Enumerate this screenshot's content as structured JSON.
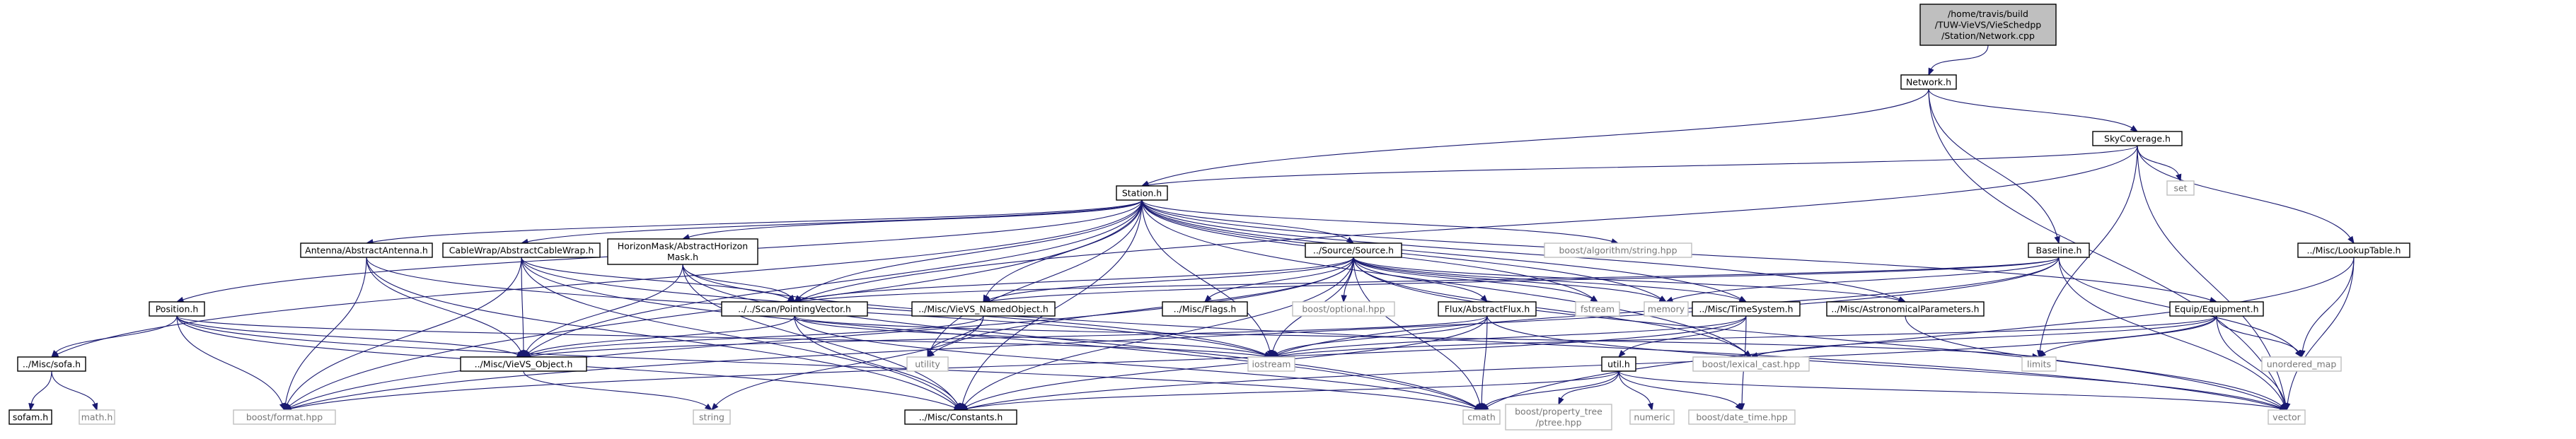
{
  "diagram": {
    "nodes": [
      {
        "id": "root",
        "lines": [
          "/home/travis/build",
          "/TUW-VieVS/VieSchedpp",
          "/Station/Network.cpp"
        ],
        "kind": "root"
      },
      {
        "id": "network",
        "lines": [
          "Network.h"
        ],
        "kind": "local"
      },
      {
        "id": "skycoverage",
        "lines": [
          "SkyCoverage.h"
        ],
        "kind": "local"
      },
      {
        "id": "set",
        "lines": [
          "set"
        ],
        "kind": "external"
      },
      {
        "id": "station",
        "lines": [
          "Station.h"
        ],
        "kind": "local"
      },
      {
        "id": "baseline",
        "lines": [
          "Baseline.h"
        ],
        "kind": "local"
      },
      {
        "id": "lookuptable",
        "lines": [
          "../Misc/LookupTable.h"
        ],
        "kind": "local"
      },
      {
        "id": "boostalgo",
        "lines": [
          "boost/algorithm/string.hpp"
        ],
        "kind": "external"
      },
      {
        "id": "antenna",
        "lines": [
          "Antenna/AbstractAntenna.h"
        ],
        "kind": "local"
      },
      {
        "id": "cablewrap",
        "lines": [
          "CableWrap/AbstractCableWrap.h"
        ],
        "kind": "local"
      },
      {
        "id": "horizonmask",
        "lines": [
          "HorizonMask/AbstractHorizon",
          "Mask.h"
        ],
        "kind": "local"
      },
      {
        "id": "source",
        "lines": [
          "../Source/Source.h"
        ],
        "kind": "local"
      },
      {
        "id": "position",
        "lines": [
          "Position.h"
        ],
        "kind": "local"
      },
      {
        "id": "pointingvector",
        "lines": [
          "../../Scan/PointingVector.h"
        ],
        "kind": "local"
      },
      {
        "id": "namedobject",
        "lines": [
          "../Misc/VieVS_NamedObject.h"
        ],
        "kind": "local"
      },
      {
        "id": "flags",
        "lines": [
          "../Misc/Flags.h"
        ],
        "kind": "local"
      },
      {
        "id": "boostoptional",
        "lines": [
          "boost/optional.hpp"
        ],
        "kind": "external"
      },
      {
        "id": "flux",
        "lines": [
          "Flux/AbstractFlux.h"
        ],
        "kind": "local"
      },
      {
        "id": "fstream",
        "lines": [
          "fstream"
        ],
        "kind": "external"
      },
      {
        "id": "memory",
        "lines": [
          "memory"
        ],
        "kind": "external"
      },
      {
        "id": "timesystem",
        "lines": [
          "../Misc/TimeSystem.h"
        ],
        "kind": "local"
      },
      {
        "id": "astro",
        "lines": [
          "../Misc/AstronomicalParameters.h"
        ],
        "kind": "local"
      },
      {
        "id": "equipment",
        "lines": [
          "Equip/Equipment.h"
        ],
        "kind": "local"
      },
      {
        "id": "sofa",
        "lines": [
          "../Misc/sofa.h"
        ],
        "kind": "local"
      },
      {
        "id": "vievsobject",
        "lines": [
          "../Misc/VieVS_Object.h"
        ],
        "kind": "local"
      },
      {
        "id": "utility",
        "lines": [
          "utility"
        ],
        "kind": "external"
      },
      {
        "id": "iostream",
        "lines": [
          "iostream"
        ],
        "kind": "external"
      },
      {
        "id": "lexicalcast",
        "lines": [
          "boost/lexical_cast.hpp"
        ],
        "kind": "external"
      },
      {
        "id": "limits",
        "lines": [
          "limits"
        ],
        "kind": "external"
      },
      {
        "id": "unorderedmap",
        "lines": [
          "unordered_map"
        ],
        "kind": "external"
      },
      {
        "id": "util",
        "lines": [
          "util.h"
        ],
        "kind": "local"
      },
      {
        "id": "sofam",
        "lines": [
          "sofam.h"
        ],
        "kind": "local"
      },
      {
        "id": "math",
        "lines": [
          "math.h"
        ],
        "kind": "external"
      },
      {
        "id": "boostformat",
        "lines": [
          "boost/format.hpp"
        ],
        "kind": "external"
      },
      {
        "id": "string",
        "lines": [
          "string"
        ],
        "kind": "external"
      },
      {
        "id": "constants",
        "lines": [
          "../Misc/Constants.h"
        ],
        "kind": "local"
      },
      {
        "id": "cmath",
        "lines": [
          "cmath"
        ],
        "kind": "external"
      },
      {
        "id": "ptree",
        "lines": [
          "boost/property_tree",
          "/ptree.hpp"
        ],
        "kind": "external"
      },
      {
        "id": "numeric",
        "lines": [
          "numeric"
        ],
        "kind": "external"
      },
      {
        "id": "datetime",
        "lines": [
          "boost/date_time.hpp"
        ],
        "kind": "external"
      },
      {
        "id": "vector",
        "lines": [
          "vector"
        ],
        "kind": "external"
      }
    ],
    "edges": [
      [
        "root",
        "network"
      ],
      [
        "network",
        "skycoverage"
      ],
      [
        "network",
        "station"
      ],
      [
        "network",
        "baseline"
      ],
      [
        "network",
        "vector"
      ],
      [
        "skycoverage",
        "station"
      ],
      [
        "skycoverage",
        "set"
      ],
      [
        "skycoverage",
        "lookuptable"
      ],
      [
        "skycoverage",
        "pointingvector"
      ],
      [
        "skycoverage",
        "limits"
      ],
      [
        "skycoverage",
        "vector"
      ],
      [
        "lookuptable",
        "unorderedmap"
      ],
      [
        "lookuptable",
        "vector"
      ],
      [
        "lookuptable",
        "cmath"
      ],
      [
        "baseline",
        "pointingvector"
      ],
      [
        "baseline",
        "memory"
      ],
      [
        "baseline",
        "iostream"
      ],
      [
        "baseline",
        "unorderedmap"
      ],
      [
        "baseline",
        "vector"
      ],
      [
        "baseline",
        "boostformat"
      ],
      [
        "baseline",
        "namedobject"
      ],
      [
        "station",
        "boostalgo"
      ],
      [
        "station",
        "antenna"
      ],
      [
        "station",
        "cablewrap"
      ],
      [
        "station",
        "horizonmask"
      ],
      [
        "station",
        "source"
      ],
      [
        "station",
        "position"
      ],
      [
        "station",
        "pointingvector"
      ],
      [
        "station",
        "namedobject"
      ],
      [
        "station",
        "fstream"
      ],
      [
        "station",
        "memory"
      ],
      [
        "station",
        "timesystem"
      ],
      [
        "station",
        "astro"
      ],
      [
        "station",
        "equipment"
      ],
      [
        "station",
        "sofa"
      ],
      [
        "station",
        "vievsobject"
      ],
      [
        "station",
        "utility"
      ],
      [
        "station",
        "iostream"
      ],
      [
        "station",
        "lexicalcast"
      ],
      [
        "station",
        "boostformat"
      ],
      [
        "station",
        "constants"
      ],
      [
        "antenna",
        "vievsobject"
      ],
      [
        "antenna",
        "iostream"
      ],
      [
        "antenna",
        "boostformat"
      ],
      [
        "antenna",
        "constants"
      ],
      [
        "cablewrap",
        "pointingvector"
      ],
      [
        "cablewrap",
        "vievsobject"
      ],
      [
        "cablewrap",
        "iostream"
      ],
      [
        "cablewrap",
        "boostformat"
      ],
      [
        "cablewrap",
        "constants"
      ],
      [
        "cablewrap",
        "cmath"
      ],
      [
        "horizonmask",
        "pointingvector"
      ],
      [
        "horizonmask",
        "vievsobject"
      ],
      [
        "horizonmask",
        "constants"
      ],
      [
        "horizonmask",
        "cmath"
      ],
      [
        "horizonmask",
        "vector"
      ],
      [
        "source",
        "pointingvector"
      ],
      [
        "source",
        "namedobject"
      ],
      [
        "source",
        "flags"
      ],
      [
        "source",
        "boostoptional"
      ],
      [
        "source",
        "flux"
      ],
      [
        "source",
        "fstream"
      ],
      [
        "source",
        "memory"
      ],
      [
        "source",
        "timesystem"
      ],
      [
        "source",
        "astro"
      ],
      [
        "source",
        "utility"
      ],
      [
        "source",
        "iostream"
      ],
      [
        "source",
        "boostformat"
      ],
      [
        "source",
        "constants"
      ],
      [
        "source",
        "cmath"
      ],
      [
        "source",
        "vector"
      ],
      [
        "source",
        "lexicalcast"
      ],
      [
        "position",
        "sofa"
      ],
      [
        "position",
        "vievsobject"
      ],
      [
        "position",
        "iostream"
      ],
      [
        "position",
        "boostformat"
      ],
      [
        "position",
        "constants"
      ],
      [
        "position",
        "cmath"
      ],
      [
        "pointingvector",
        "vievsobject"
      ],
      [
        "pointingvector",
        "iostream"
      ],
      [
        "pointingvector",
        "constants"
      ],
      [
        "pointingvector",
        "cmath"
      ],
      [
        "pointingvector",
        "limits"
      ],
      [
        "namedobject",
        "vievsobject"
      ],
      [
        "namedobject",
        "utility"
      ],
      [
        "namedobject",
        "string"
      ],
      [
        "flux",
        "vievsobject"
      ],
      [
        "flux",
        "iostream"
      ],
      [
        "flux",
        "constants"
      ],
      [
        "flux",
        "vector"
      ],
      [
        "flux",
        "cmath"
      ],
      [
        "timesystem",
        "iostream"
      ],
      [
        "timesystem",
        "util"
      ],
      [
        "timesystem",
        "datetime"
      ],
      [
        "timesystem",
        "boostformat"
      ],
      [
        "astro",
        "vector"
      ],
      [
        "equipment",
        "iostream"
      ],
      [
        "equipment",
        "limits"
      ],
      [
        "equipment",
        "unorderedmap"
      ],
      [
        "equipment",
        "vector"
      ],
      [
        "equipment",
        "constants"
      ],
      [
        "equipment",
        "lexicalcast"
      ],
      [
        "sofa",
        "sofam"
      ],
      [
        "sofa",
        "math"
      ],
      [
        "vievsobject",
        "string"
      ],
      [
        "util",
        "cmath"
      ],
      [
        "util",
        "ptree"
      ],
      [
        "util",
        "numeric"
      ],
      [
        "util",
        "datetime"
      ],
      [
        "util",
        "vector"
      ],
      [
        "util",
        "constants"
      ]
    ]
  }
}
